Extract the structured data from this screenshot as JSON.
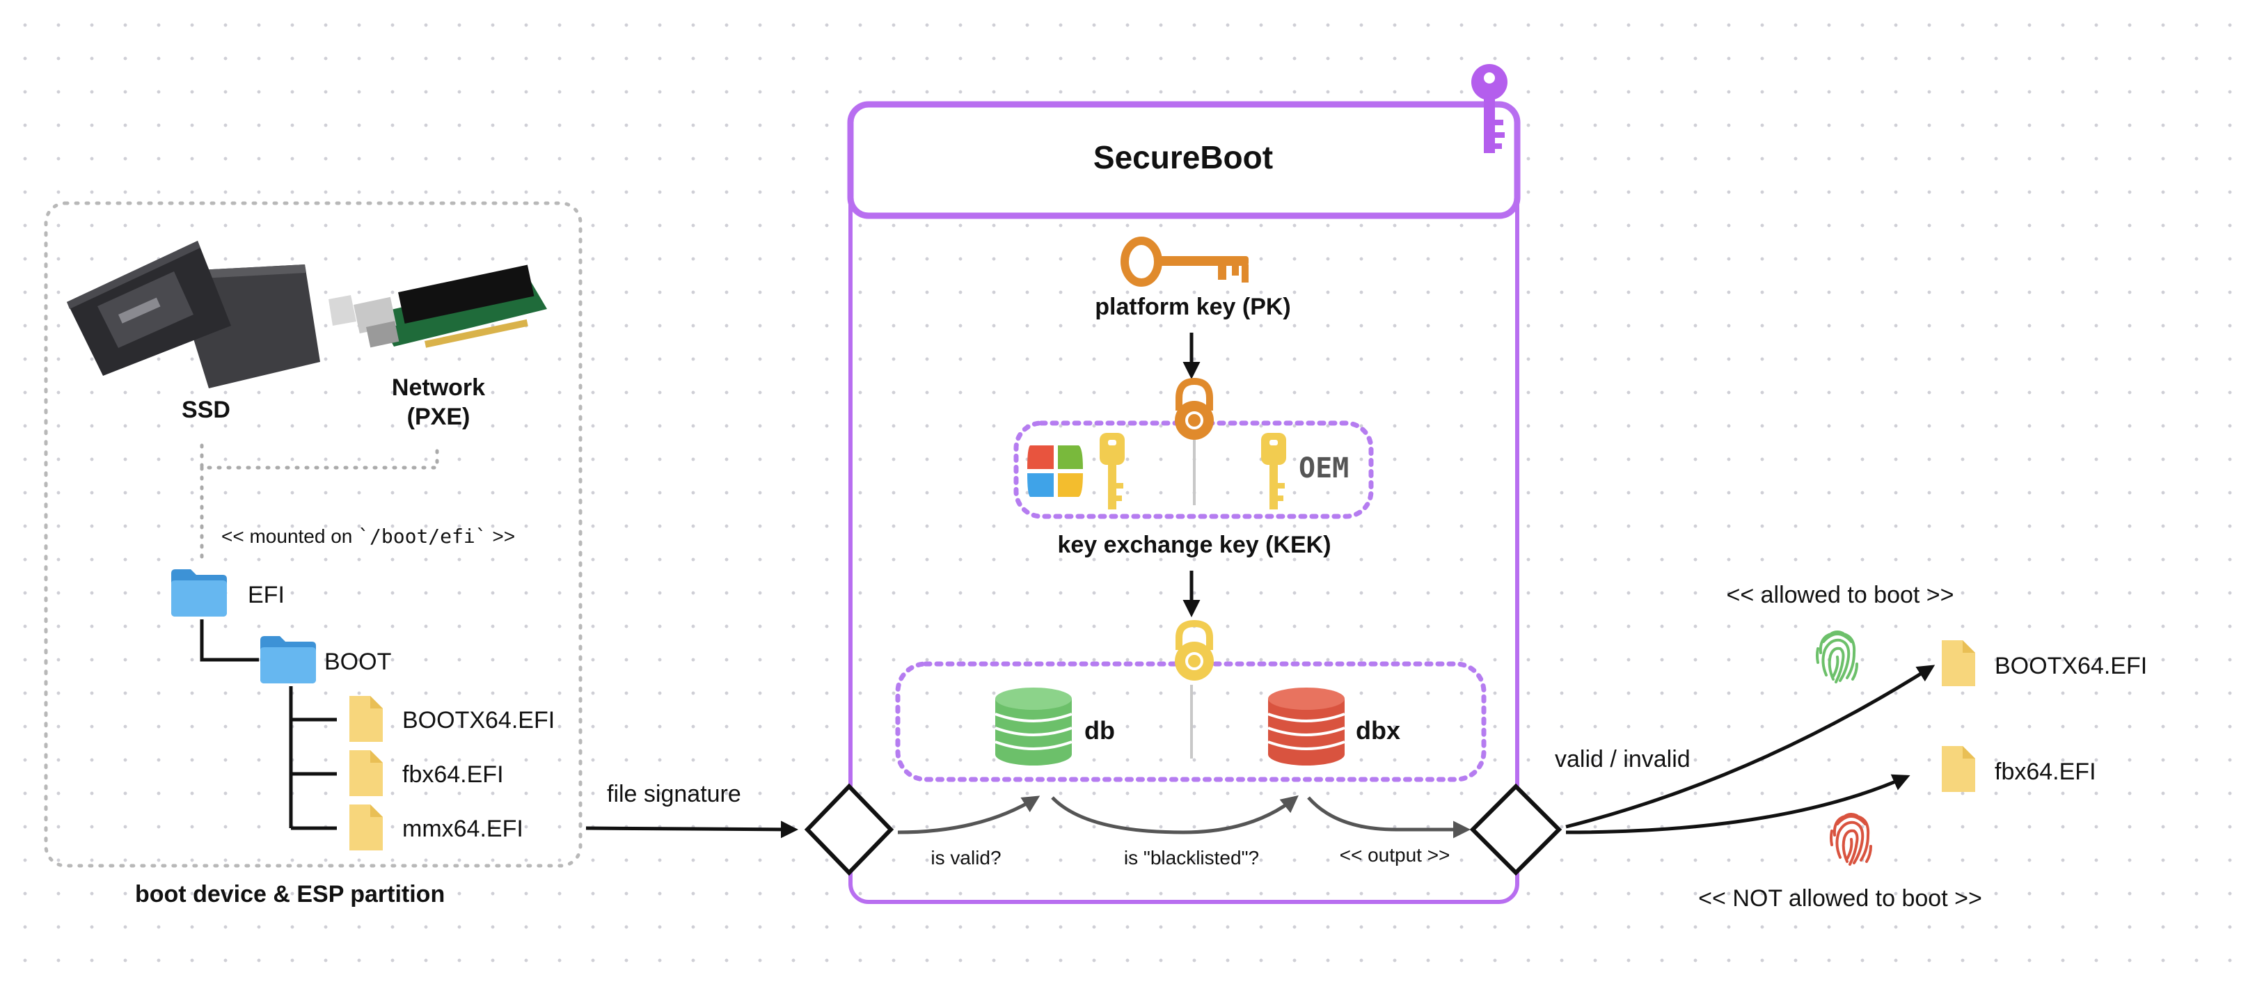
{
  "colors": {
    "accent_purple": "#b86ef0",
    "kek_dash": "#b57cf0",
    "key_orange": "#e08a2c",
    "key_yellow": "#f2cc50",
    "db_green": "#6cc06a",
    "dbx_red": "#d9533f",
    "folder_blue": "#4ea8e8",
    "file_yellow": "#f7d67c"
  },
  "icons": {
    "title_key": "key-icon",
    "platform_key": "skeleton-key-icon",
    "folders": "folder-icon",
    "files": "file-icon",
    "fingerprints": "fingerprint-icon",
    "padlocks": "padlock-icon",
    "databases": "database-icon"
  },
  "boot_device": {
    "caption": "boot device & ESP partition",
    "ssd_label": "SSD",
    "network_label_1": "Network",
    "network_label_2": "(PXE)",
    "mount_prefix": "<< mounted on ",
    "mount_path": "`/boot/efi`",
    "mount_suffix": " >>",
    "folder_efi": "EFI",
    "folder_boot": "BOOT",
    "files": [
      "BOOTX64.EFI",
      "fbx64.EFI",
      "mmx64.EFI"
    ]
  },
  "secureboot": {
    "title": "SecureBoot",
    "pk_label": "platform key (PK)",
    "kek_label": "key exchange key (KEK)",
    "kek_oem": "OEM",
    "db_label": "db",
    "dbx_label": "dbx"
  },
  "flow": {
    "file_signature": "file signature",
    "is_valid": "is valid?",
    "blacklisted": "is \"blacklisted\"?",
    "output": "<< output >>",
    "valid_invalid": "valid / invalid"
  },
  "results": {
    "allowed_label": "<< allowed to boot >>",
    "not_allowed_label": "<< NOT allowed to boot >>",
    "allowed_file": "BOOTX64.EFI",
    "not_allowed_file": "fbx64.EFI"
  }
}
